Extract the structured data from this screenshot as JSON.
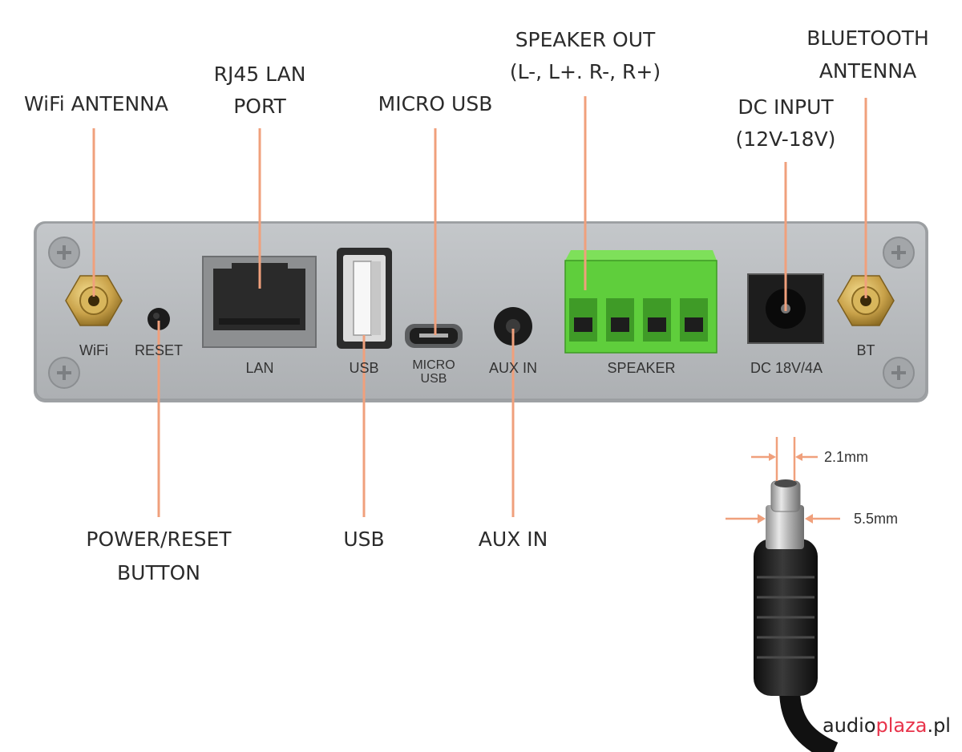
{
  "callouts": {
    "wifi_antenna": "WiFi  ANTENNA",
    "rj45_line1": "RJ45 LAN",
    "rj45_line2": "PORT",
    "micro_usb": "MICRO  USB",
    "speaker_out_line1": "SPEAKER  OUT",
    "speaker_out_line2": "(L-, L+. R-, R+)",
    "bluetooth_line1": "BLUETOOTH",
    "bluetooth_line2": "ANTENNA",
    "dc_input_line1": "DC INPUT",
    "dc_input_line2": "(12V-18V)",
    "power_reset_line1": "POWER/RESET",
    "power_reset_line2": "BUTTON",
    "usb": "USB",
    "aux_in": "AUX IN"
  },
  "panel_labels": {
    "wifi": "WiFi",
    "reset": "RESET",
    "lan": "LAN",
    "usb": "USB",
    "micro_usb_line1": "MICRO",
    "micro_usb_line2": "USB",
    "aux_in": "AUX IN",
    "speaker": "SPEAKER",
    "dc": "DC 18V/4A",
    "bt": "BT"
  },
  "dimensions": {
    "pin": "2.1mm",
    "barrel": "5.5mm"
  },
  "brand": {
    "part1": "audio",
    "part2": "plaza",
    "part3": ".pl"
  },
  "colors": {
    "callout_line": "#f0a07c",
    "panel": "#b9bcbf",
    "terminal_green": "#5fce3c",
    "brass": "#c9a24a",
    "brand_accent": "#e8334a"
  }
}
